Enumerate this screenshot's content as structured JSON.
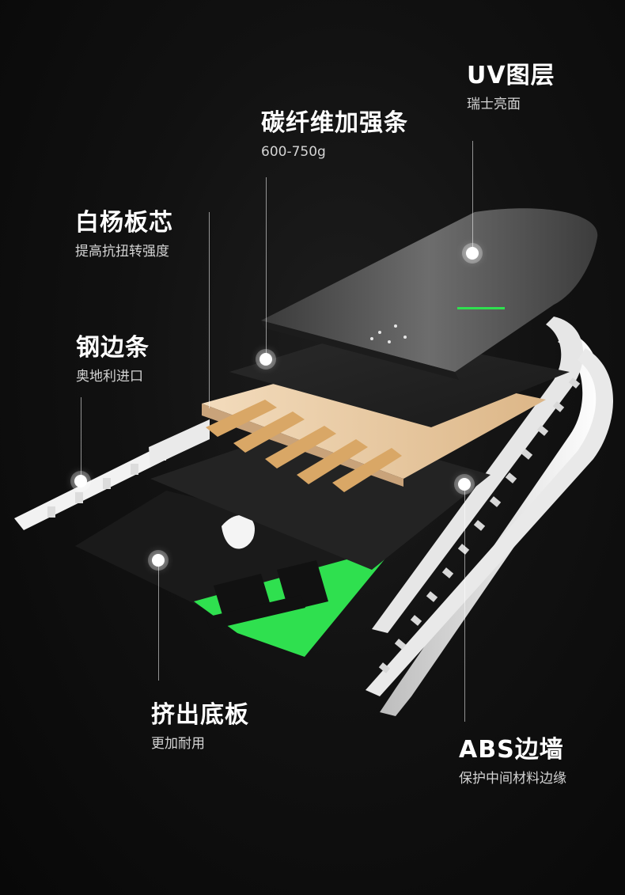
{
  "labels": {
    "uv": {
      "title": "UV图层",
      "sub": "瑞士亮面"
    },
    "carbon": {
      "title": "碳纤维加强条",
      "sub": "600-750g"
    },
    "core": {
      "title": "白杨板芯",
      "sub": "提高抗扭转强度"
    },
    "edge": {
      "title": "钢边条",
      "sub": "奥地利进口"
    },
    "base": {
      "title": "挤出底板",
      "sub": "更加耐用"
    },
    "abs": {
      "title": "ABS边墙",
      "sub": "保护中间材料边缘"
    }
  },
  "colors": {
    "background": "#0b0b0b",
    "wood": "#e8c9a0",
    "wood_strip": "#d9a766",
    "graphic_green": "#2fe04f",
    "sidewall": "#f2f2f2"
  }
}
